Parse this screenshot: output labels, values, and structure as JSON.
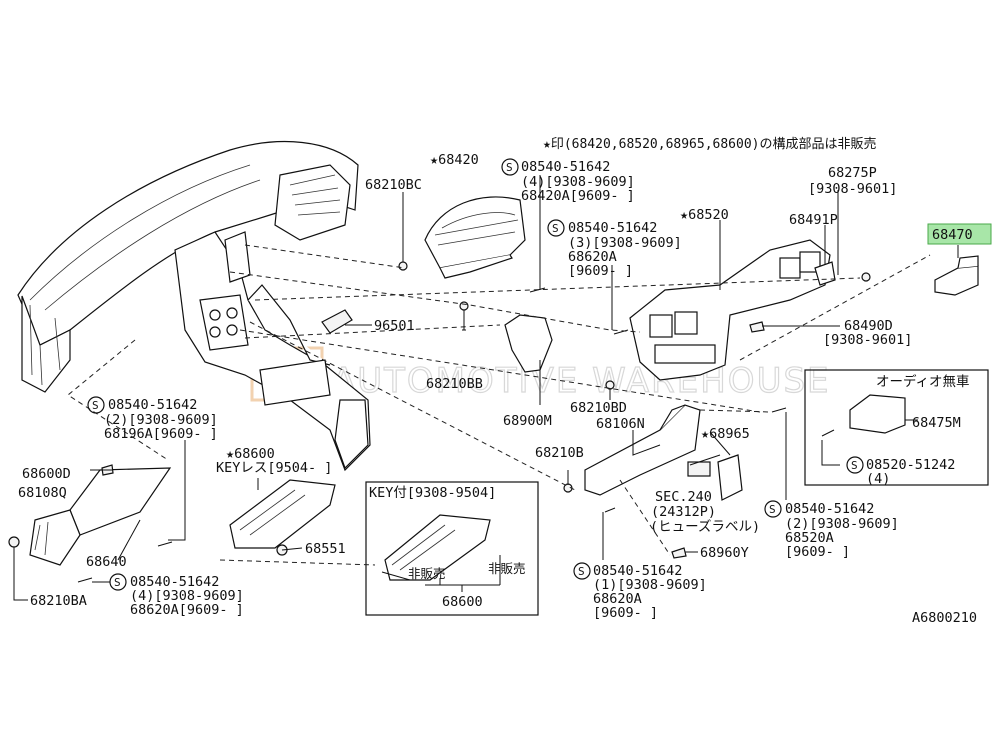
{
  "diagram": {
    "note": "★印(68420,68520,68965,68600)の構成部品は非販売",
    "diagram_code": "A6800210",
    "watermark": "AUTOMOTIVE WAREHOUSE",
    "highlighted_part": "68470",
    "labels": {
      "p68420": "★68420",
      "s08540_a": "08540-51642",
      "s08540_a_l2": "(4)[9308-9609]",
      "p68420A": "68420A[9609-    ]",
      "p68210BC": "68210BC",
      "s08540_b": "08540-51642",
      "s08540_b_l2": "(3)[9308-9609]",
      "p68620A_b": "68620A",
      "p68620A_b_l2": "[9609-    ]",
      "p68520": "★68520",
      "p68275P": "68275P",
      "p68275P_l2": "[9308-9601]",
      "p68491P": "68491P",
      "p68470": "68470",
      "p96501": "96501",
      "p68490D": "68490D",
      "p68490D_l2": "[9308-9601]",
      "p68210BB": "68210BB",
      "p68900M": "68900M",
      "p68210BD": "68210BD",
      "p68106N": "68106N",
      "p68965": "★68965",
      "audio_less": "オーディオ無車",
      "p68475M": "68475M",
      "s08520": "08520-51242",
      "s08520_l2": "(4)",
      "s08540_c": "08540-51642",
      "s08540_c_l2": "(2)[9308-9609]",
      "p68196A": "68196A[9609-    ]",
      "p68600": "★68600",
      "p68600_l2": "KEYレス[9504-    ]",
      "p68600D": "68600D",
      "p68108Q": "68108Q",
      "p68640": "68640",
      "p68551": "68551",
      "p68210B": "68210B",
      "sec240": "SEC.240",
      "sec240_l2": "(24312P)",
      "sec240_l3": "(ヒューズラベル)",
      "s08540_d": "08540-51642",
      "s08540_d_l2": "(2)[9308-9609]",
      "p68520A": "68520A",
      "p68520A_l2": "[9609-    ]",
      "p68960Y": "68960Y",
      "s08540_e": "08540-51642",
      "s08540_e_l2": "(1)[9308-9609]",
      "p68620A_e": "68620A",
      "p68620A_e_l2": "[9609-    ]",
      "s08540_f": "08540-51642",
      "s08540_f_l2": "(4)[9308-9609]",
      "p68620A_f": "68620A[9609-    ]",
      "p68210BA": "68210BA",
      "key_box_title": "KEY付[9308-9504]",
      "not_sold_1": "非販売",
      "not_sold_2": "非販売",
      "p68600_box": "68600",
      "s_mark": "S"
    }
  }
}
